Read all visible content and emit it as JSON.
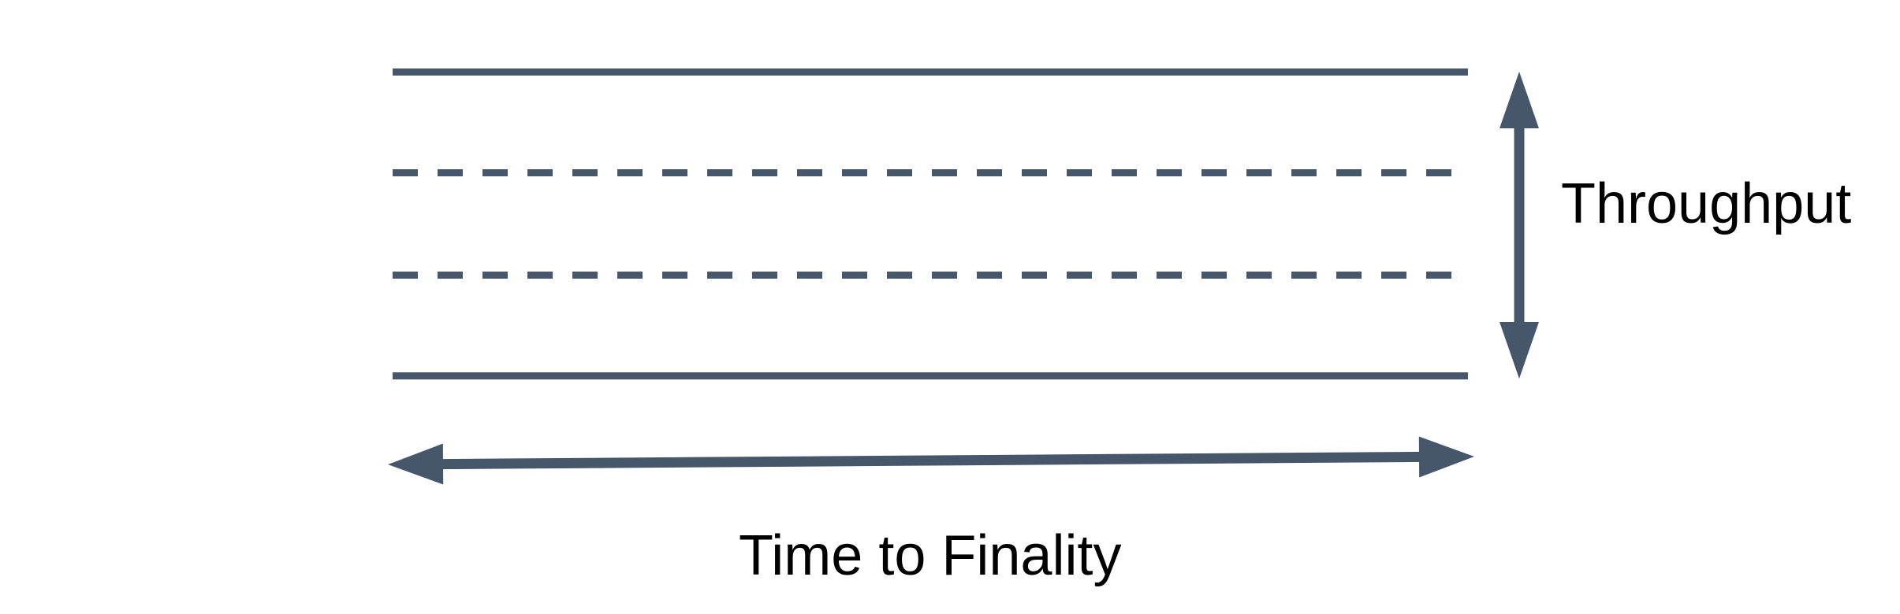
{
  "canvas": {
    "background": "#ffffff"
  },
  "colors": {
    "stroke": "#46566b",
    "label": "#000000",
    "background": "#ffffff"
  },
  "band": {
    "lines": [
      {
        "style": "solid"
      },
      {
        "style": "dashed"
      },
      {
        "style": "dashed"
      },
      {
        "style": "solid"
      }
    ]
  },
  "arrows": {
    "throughput": {
      "type": "double-headed",
      "orientation": "vertical"
    },
    "time_to_finality": {
      "type": "double-headed",
      "orientation": "horizontal"
    }
  },
  "labels": {
    "throughput": "Throughput",
    "time_to_finality": "Time to Finality"
  }
}
